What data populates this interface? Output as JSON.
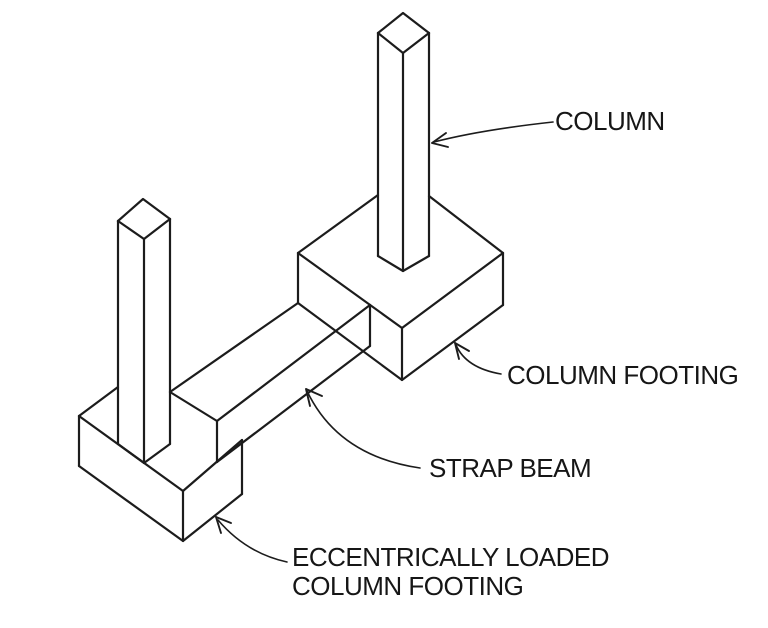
{
  "figure": {
    "type": "isometric-line-diagram",
    "background_color": "#ffffff",
    "line_color": "#1c1c1c",
    "text_color": "#161616",
    "labels": {
      "column": "COLUMN",
      "column_footing": "COLUMN FOOTING",
      "strap_beam": "STRAP BEAM",
      "eccentric_footing_line1": "ECCENTRICALLY LOADED",
      "eccentric_footing_line2": "COLUMN FOOTING"
    }
  }
}
